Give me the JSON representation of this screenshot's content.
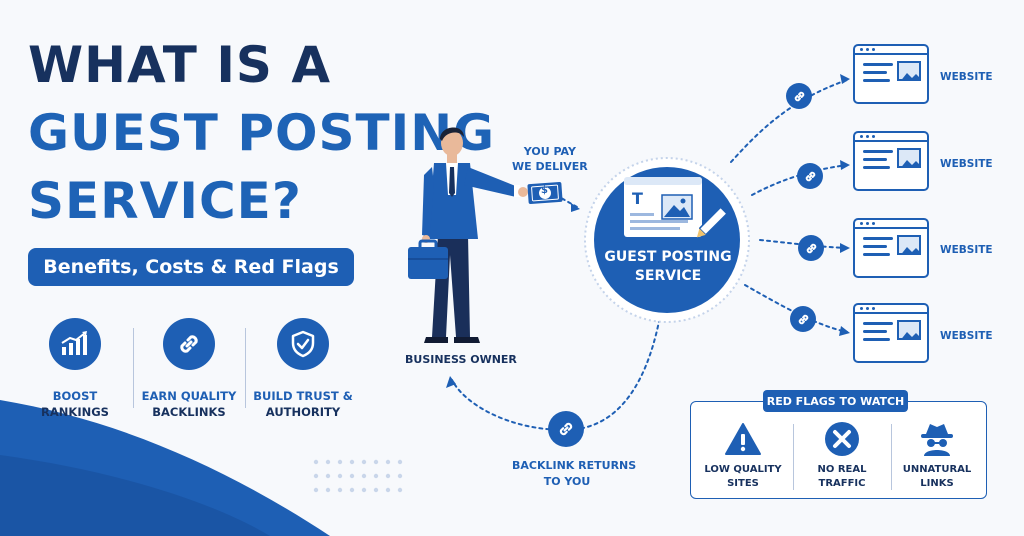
{
  "title": {
    "line1": "WHAT IS A",
    "line2": "GUEST POSTING",
    "line3": "SERVICE?"
  },
  "subtitle": "Benefits, Costs & Red Flags",
  "benefits": [
    {
      "line1": "BOOST",
      "line2": "RANKINGS",
      "icon": "rising-chart-icon"
    },
    {
      "line1": "EARN QUALITY",
      "line2": "BACKLINKS",
      "icon": "link-icon"
    },
    {
      "line1": "BUILD TRUST &",
      "line2": "AUTHORITY",
      "icon": "shield-check-icon"
    }
  ],
  "business_owner": "BUSINESS OWNER",
  "payment": {
    "line1": "YOU PAY",
    "line2": "WE DELIVER",
    "money_symbol": "$"
  },
  "center": {
    "line1": "GUEST POSTING",
    "line2": "SERVICE",
    "doc_letter": "T"
  },
  "backlink_return": {
    "line1": "BACKLINK RETURNS",
    "line2": "TO YOU"
  },
  "websites": [
    "WEBSITE",
    "WEBSITE",
    "WEBSITE",
    "WEBSITE"
  ],
  "red_flags": {
    "header": "RED FLAGS TO WATCH",
    "items": [
      {
        "line1": "LOW QUALITY",
        "line2": "SITES",
        "icon": "warning-icon"
      },
      {
        "line1": "NO REAL",
        "line2": "TRAFFIC",
        "icon": "x-circle-icon"
      },
      {
        "line1": "UNNATURAL",
        "line2": "LINKS",
        "icon": "spy-icon"
      }
    ]
  },
  "colors": {
    "primary": "#1e5fb4",
    "dark": "#17315e",
    "background": "#f7f9fc"
  }
}
